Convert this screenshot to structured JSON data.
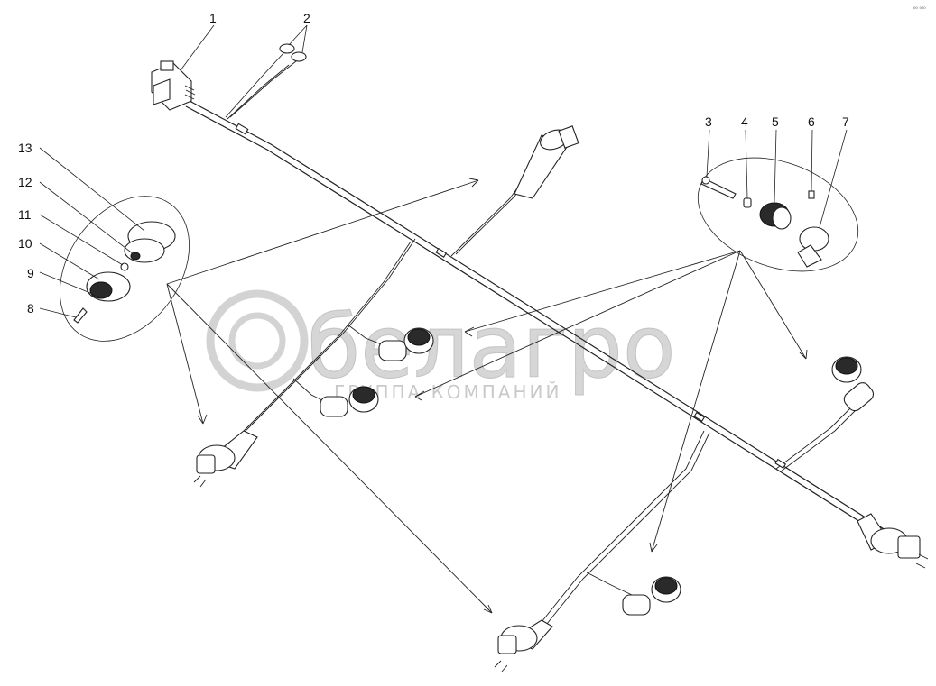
{
  "watermark": {
    "brand": "белагро",
    "tagline": "ГРУППА КОМПАНИЙ",
    "color": "#c8c8c8"
  },
  "corner_mark": "⁰⁰ ⁰⁰⁰",
  "callouts": [
    {
      "id": "1",
      "label": "1"
    },
    {
      "id": "2",
      "label": "2"
    },
    {
      "id": "3",
      "label": "3"
    },
    {
      "id": "4",
      "label": "4"
    },
    {
      "id": "5",
      "label": "5"
    },
    {
      "id": "6",
      "label": "6"
    },
    {
      "id": "7",
      "label": "7"
    },
    {
      "id": "8",
      "label": "8"
    },
    {
      "id": "9",
      "label": "9"
    },
    {
      "id": "10",
      "label": "10"
    },
    {
      "id": "11",
      "label": "11"
    },
    {
      "id": "12",
      "label": "12"
    },
    {
      "id": "13",
      "label": "13"
    }
  ],
  "colors": {
    "line": "#222222",
    "background": "#ffffff"
  }
}
